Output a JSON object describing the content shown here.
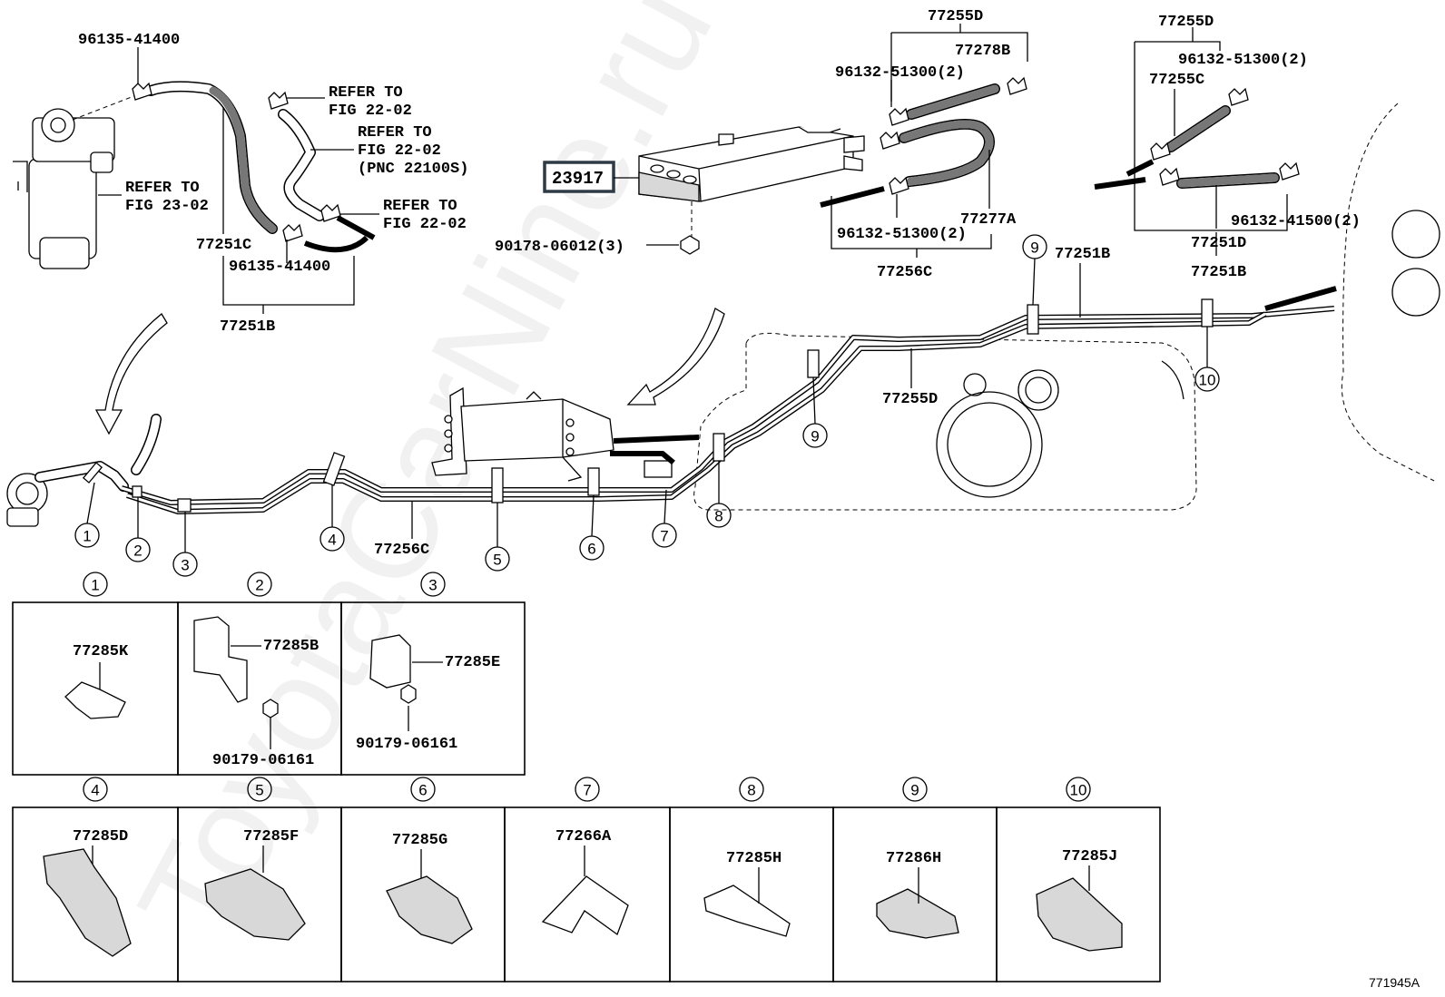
{
  "labels": {
    "p96135_top": "96135-41400",
    "refer_fig23": "REFER TO",
    "refer_fig23_b": "FIG 23-02",
    "refer_a1": "REFER TO",
    "refer_a2": "FIG 22-02",
    "refer_b1": "REFER TO",
    "refer_b2": "FIG 22-02",
    "refer_b3": "(PNC 22100S)",
    "refer_c1": "REFER TO",
    "refer_c2": "FIG 22-02",
    "p77251c": "77251C",
    "p96135_bottom": "96135-41400",
    "p77251b_left": "77251B",
    "p23917": "23917",
    "p90178": "90178-06012(3)",
    "p77255d_mid": "77255D",
    "p77278b": "77278B",
    "p96132_51300_top": "96132-51300(2)",
    "p77277a": "77277A",
    "p96132_51300_bottom": "96132-51300(2)",
    "p77256c_top": "77256C",
    "p77255d_right": "77255D",
    "p96132_51300_right": "96132-51300(2)",
    "p77255c": "77255C",
    "p96132_41500": "96132-41500(2)",
    "p77251d": "77251D",
    "p77251b_right_a": "77251B",
    "p77251b_right_b": "77251B",
    "p77255d_tank": "77255D",
    "p77256c_pipe": "77256C",
    "watermark": "ToyotaCarNine.ru",
    "figure_code": "771945A"
  },
  "callouts": [
    "1",
    "2",
    "3",
    "4",
    "5",
    "6",
    "7",
    "8",
    "9",
    "10"
  ],
  "detail_boxes": [
    {
      "num": "1",
      "parts": [
        "77285K"
      ]
    },
    {
      "num": "2",
      "parts": [
        "77285B",
        "90179-06161"
      ]
    },
    {
      "num": "3",
      "parts": [
        "77285E",
        "90179-06161"
      ]
    },
    {
      "num": "4",
      "parts": [
        "77285D"
      ]
    },
    {
      "num": "5",
      "parts": [
        "77285F"
      ]
    },
    {
      "num": "6",
      "parts": [
        "77285G"
      ]
    },
    {
      "num": "7",
      "parts": [
        "77266A"
      ]
    },
    {
      "num": "8",
      "parts": [
        "77285H"
      ]
    },
    {
      "num": "9",
      "parts": [
        "77286H"
      ]
    },
    {
      "num": "10",
      "parts": [
        "77285J"
      ]
    }
  ],
  "colors": {
    "highlight_border": "#2f3a47"
  }
}
